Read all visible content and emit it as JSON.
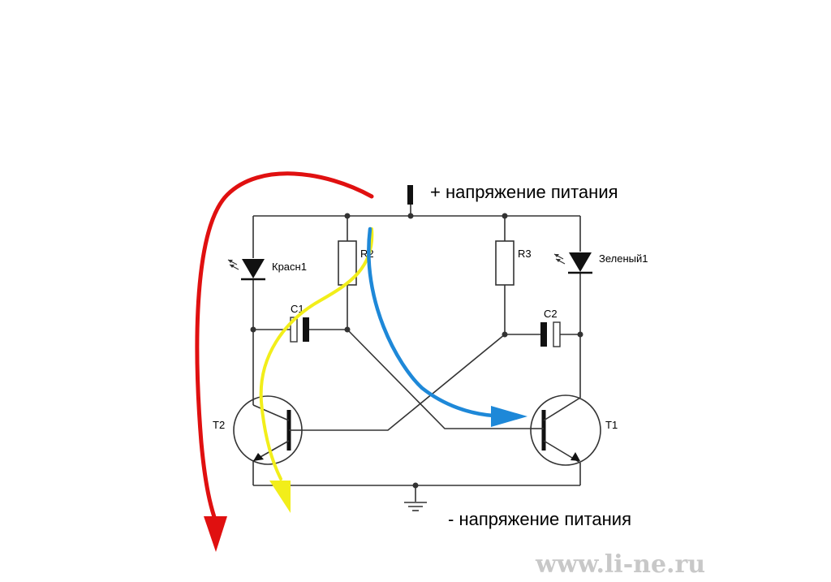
{
  "labels": {
    "plus_supply": "+ напряжение питания",
    "minus_supply": "- напряжение питания",
    "led_red": "Красн1",
    "led_green": "Зеленый1",
    "r2": "R2",
    "r3": "R3",
    "c1": "C1",
    "c2": "C2",
    "t1": "T1",
    "t2": "T2"
  },
  "watermark": "www.li-ne.ru",
  "colors": {
    "wire": "#333333",
    "arrow_red": "#e01010",
    "arrow_yellow": "#f2ee1a",
    "arrow_blue": "#1e88d8"
  }
}
